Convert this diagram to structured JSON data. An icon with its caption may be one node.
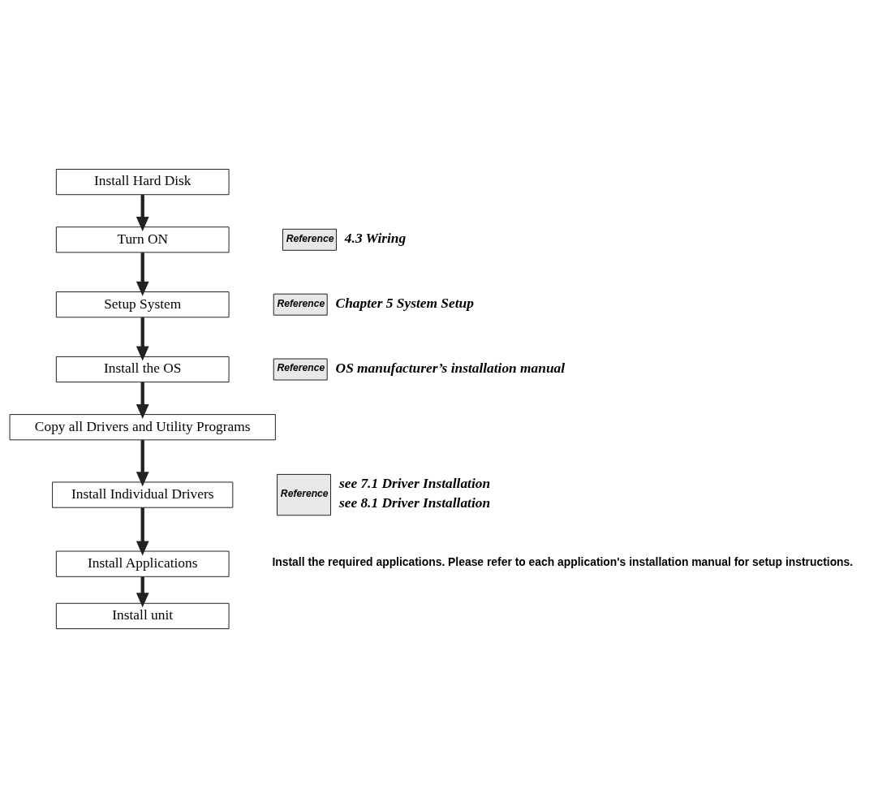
{
  "diagram": {
    "nodes": [
      {
        "text": [
          "Install Hard Disk"
        ]
      },
      {
        "text": [
          "Turn ON"
        ],
        "beside": [
          "Reference",
          "4.3 Wiring"
        ]
      },
      {
        "text": [
          "Setup System"
        ],
        "beside": [
          "Reference",
          "Chapter 5 System Setup"
        ]
      },
      {
        "text": [
          "Install the OS"
        ],
        "beside": [
          "Reference",
          "OS manufacturer’s installation manual"
        ]
      },
      {
        "text": [
          "Copy all Drivers and Utility Programs"
        ]
      },
      {
        "text": [
          "Install Individual Drivers"
        ],
        "beside": [
          "Reference",
          "see 7.1 Driver Installation",
          "see 8.1 Driver Installation"
        ]
      },
      {
        "text": [
          "Install Applications"
        ],
        "beside": [
          "Install the required applications. Please refer to each application's installation manual for setup instructions."
        ]
      },
      {
        "text": [
          "Install unit"
        ]
      }
    ],
    "edges": [
      {
        "from": 0,
        "to": 1,
        "arrow": "to"
      },
      {
        "from": 1,
        "to": 2,
        "arrow": "to"
      },
      {
        "from": 2,
        "to": 3,
        "arrow": "to"
      },
      {
        "from": 3,
        "to": 4,
        "arrow": "to"
      },
      {
        "from": 4,
        "to": 5,
        "arrow": "to"
      },
      {
        "from": 5,
        "to": 6,
        "arrow": "to"
      },
      {
        "from": 6,
        "to": 7,
        "arrow": "to"
      }
    ]
  }
}
